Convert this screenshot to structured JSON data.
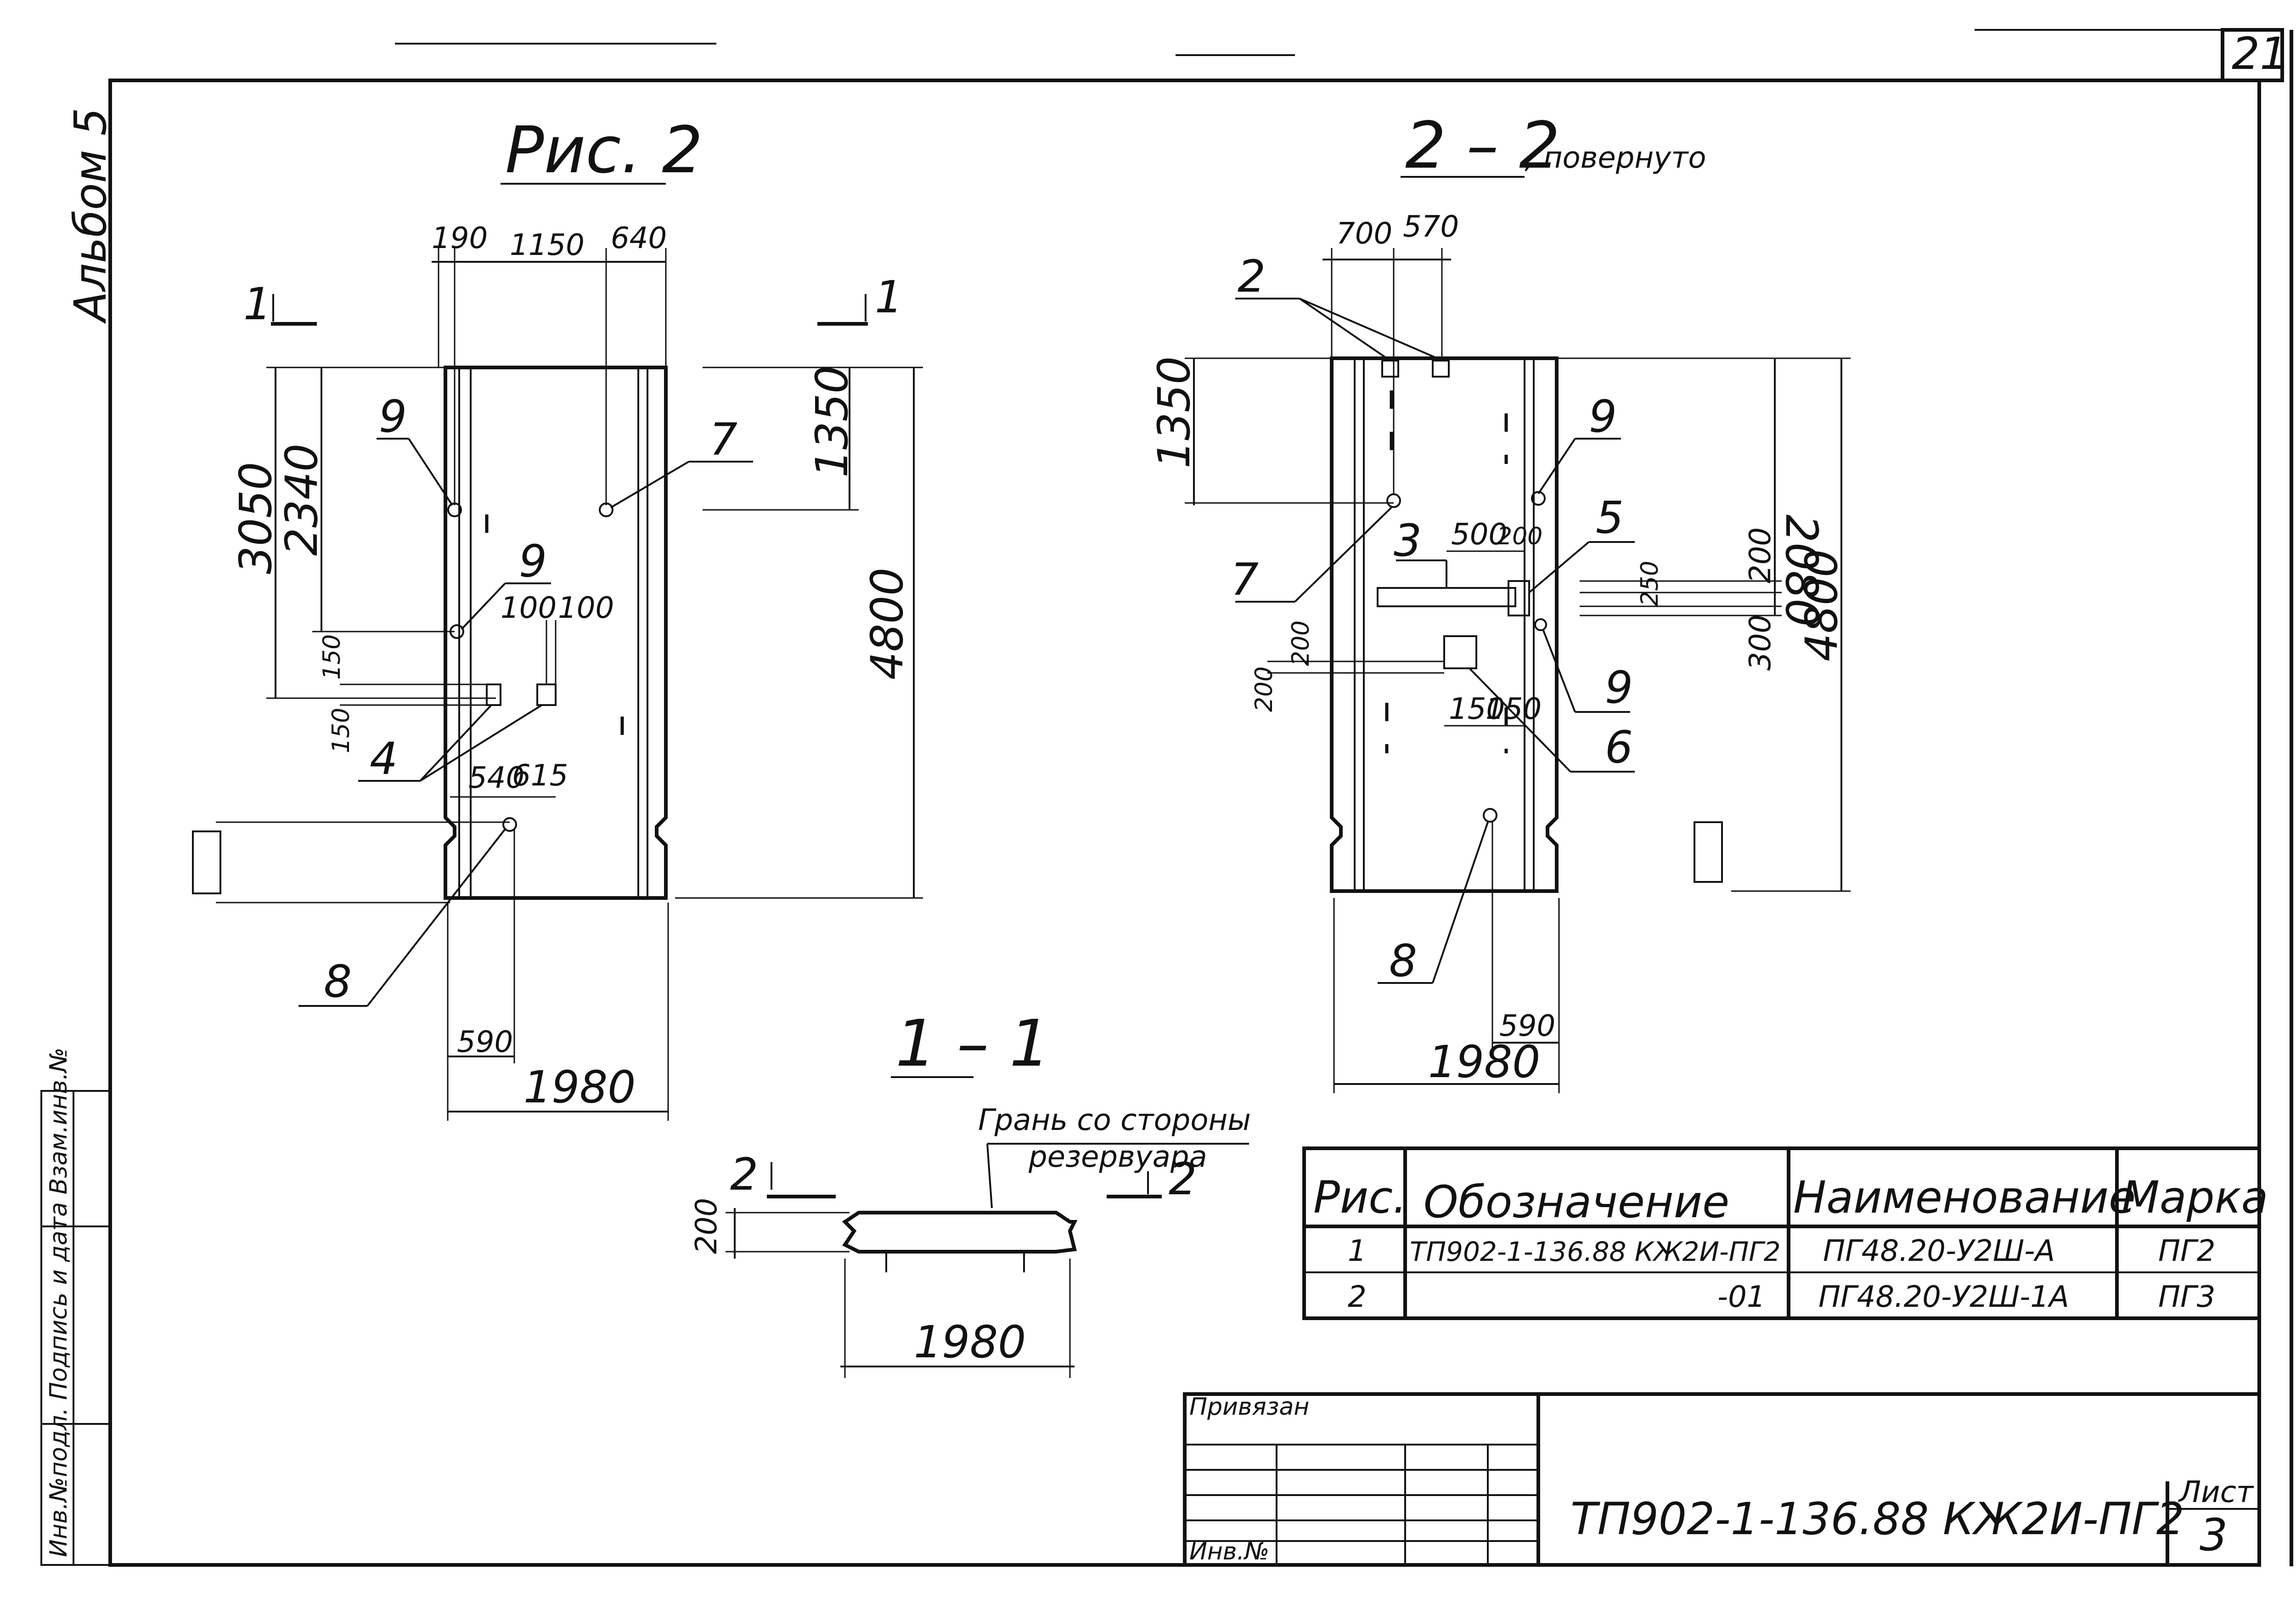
{
  "sheet": {
    "corner_number": "21",
    "album_label": "Альбом 5",
    "side_stamp_text": "Инв.№подл. Подпись и дата Взам.инв.№"
  },
  "fig2": {
    "title": "Рис. 2",
    "section_mark_left": "1",
    "section_mark_right": "1",
    "dims": {
      "top_190": "190",
      "top_1150": "1150",
      "top_640": "640",
      "v_3050": "3050",
      "v_2340": "2340",
      "v_1350": "1350",
      "v_4800": "4800",
      "d_100a": "100",
      "d_100b": "100",
      "d_150a": "150",
      "d_150b": "150",
      "d_540": "540",
      "d_615": "615",
      "bottom_590": "590",
      "bottom_1980": "1980"
    },
    "callouts": [
      "9",
      "7",
      "9",
      "4",
      "8"
    ]
  },
  "sec22": {
    "title": "2 – 2",
    "subtitle": ", повернуто",
    "dims": {
      "top_700": "700",
      "top_570": "570",
      "v_1350": "1350",
      "v_2080": "2080",
      "v_200": "200",
      "v_300": "300",
      "v_250": "250",
      "v_4800": "4800",
      "h_500": "500",
      "h_200": "200",
      "h_150a": "150",
      "h_150b": "150",
      "l_200a": "200",
      "l_200b": "200",
      "bottom_590": "590",
      "bottom_1980": "1980"
    },
    "callouts": [
      "2",
      "9",
      "5",
      "3",
      "7",
      "9",
      "6",
      "8"
    ]
  },
  "sec11": {
    "title": "1 – 1",
    "note_line1": "Грань со стороны",
    "note_line2": "резервуара",
    "mark_left": "2",
    "mark_right": "2",
    "dim_200": "200",
    "dim_1980": "1980"
  },
  "spec_table": {
    "headers": [
      "Рис.",
      "Обозначение",
      "Наименование",
      "Марка"
    ],
    "rows": [
      [
        "1",
        "ТП902-1-136.88 КЖ2И-ПГ2",
        "ПГ48.20-У2Ш-А",
        "ПГ2"
      ],
      [
        "2",
        "-01",
        "ПГ48.20-У2Ш-1А",
        "ПГ3"
      ]
    ]
  },
  "title_block": {
    "privyazan": "Привязан",
    "inv": "Инв.№",
    "designation": "ТП902-1-136.88 КЖ2И-ПГ2",
    "sheet_label": "Лист",
    "sheet_number": "3"
  }
}
